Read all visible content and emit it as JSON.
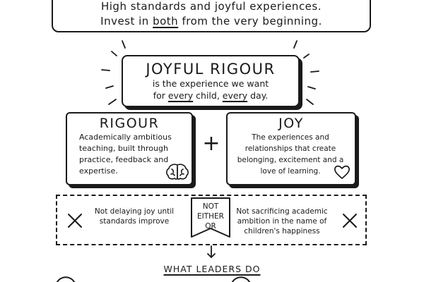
{
  "top_banner": {
    "line_1": "High standards and joyful experiences.",
    "line_2_before": "Invest in ",
    "line_2_em": "both",
    "line_2_after": " from the very beginning."
  },
  "joyful_rigour": {
    "title": "JOYFUL RIGOUR",
    "line_1": "is the experience we want",
    "line_2_a": "for ",
    "line_2_em1": "every",
    "line_2_b": " child, ",
    "line_2_em2": "every",
    "line_2_c": " day."
  },
  "rigour": {
    "title": "RIGOUR",
    "description": "Academically ambitious teaching, built through practice, feedback and expertise.",
    "icon": "brain-icon"
  },
  "joy": {
    "title": "JOY",
    "description": "The experiences and relationships that create belonging, excitement and a love of learning.",
    "icon": "heart-icon"
  },
  "plus_symbol": "+",
  "not_either_or": {
    "left_note": "Not delaying joy until standards improve",
    "right_note": "Not sacrificing academic ambition in the name of children's happiness",
    "banner_line_1": "NOT",
    "banner_line_2": "EITHER",
    "banner_line_3": "OR",
    "left_icon": "x-cross-icon",
    "right_icon": "x-cross-icon"
  },
  "what_leaders_do": "WHAT LEADERS DO",
  "colors": {
    "ink": "#1a1a1a",
    "background": "#ffffff"
  }
}
